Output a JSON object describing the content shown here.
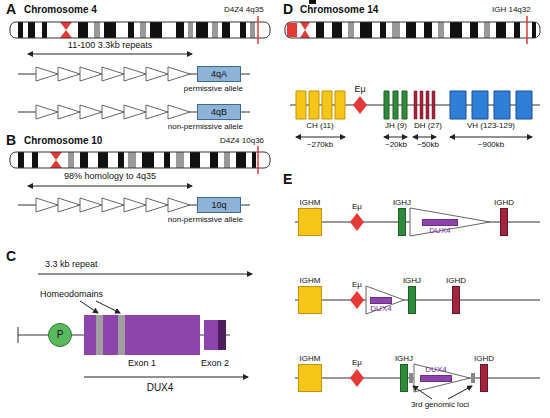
{
  "diagram": {
    "nodes": [
      {
        "text": [
          "4qA"
        ]
      },
      {
        "text": [
          "4qB"
        ]
      },
      {
        "text": [
          "10q"
        ]
      },
      {
        "text": [
          "P"
        ]
      },
      {
        "text": [
          "Eμ"
        ]
      },
      {
        "text": [
          "IGHM"
        ]
      },
      {
        "text": [
          "Eμ"
        ]
      },
      {
        "text": [
          "IGHJ"
        ]
      },
      {
        "text": [
          "DUX4"
        ]
      },
      {
        "text": [
          "IGHD"
        ]
      },
      {
        "text": [
          "IGHM"
        ]
      },
      {
        "text": [
          "Eμ"
        ]
      },
      {
        "text": [
          "DUX4"
        ]
      },
      {
        "text": [
          "IGHJ"
        ]
      },
      {
        "text": [
          "IGHD"
        ]
      },
      {
        "text": [
          "IGHM"
        ]
      },
      {
        "text": [
          "Eμ"
        ]
      },
      {
        "text": [
          "IGHJ"
        ]
      },
      {
        "text": [
          "DUX4"
        ]
      },
      {
        "text": [
          "IGHD"
        ]
      }
    ],
    "labels": [
      "A",
      "Chromosome 4",
      "D4Z4 4q35",
      "11-100 3.3kb repeats",
      "permissive allele",
      "non-permissive allele",
      "B",
      "Chromosome 10",
      "D4Z4 10q36",
      "98% homology to 4q35",
      "non-permissive allele",
      "C",
      "3.3 kb repeat",
      "Homeodomains",
      "Exon 1",
      "Exon 2",
      "DUX4",
      "D",
      "Chromosome 14",
      "IGH 14q32",
      "CH (11)",
      "~270kb",
      "JH (9)",
      "~20kb",
      "DH (27)",
      "~50kb",
      "VH (123-129)",
      "~900kb",
      "E",
      "3rd genomic loci"
    ]
  }
}
